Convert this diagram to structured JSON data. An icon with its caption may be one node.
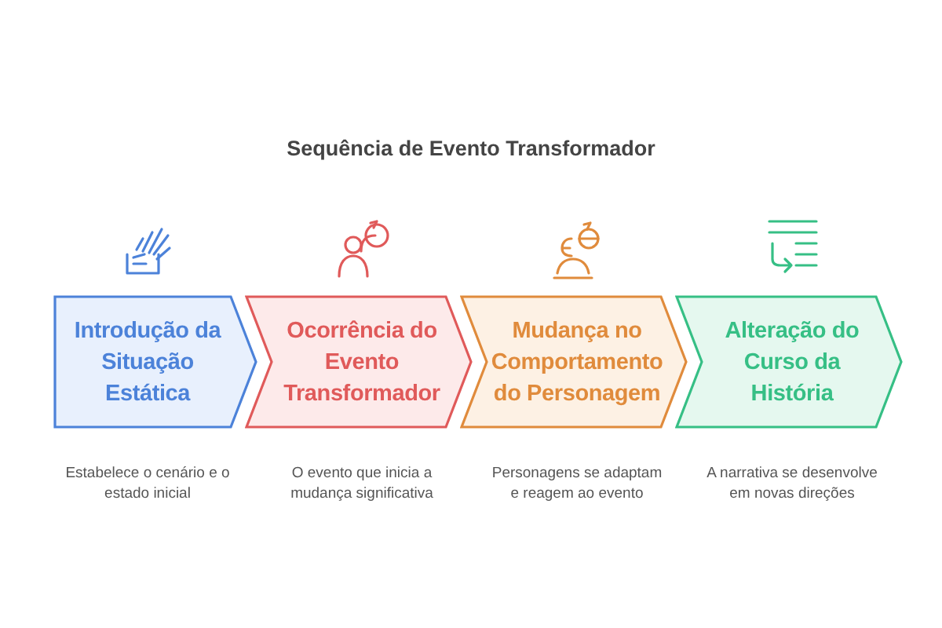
{
  "diagram": {
    "title": "Sequência de Evento Transformador",
    "nodes": [
      {
        "text": [
          "Introdução da Situação Estática"
        ],
        "beside": [
          "Estabelece o cenário e o estado inicial"
        ]
      },
      {
        "text": [
          "Ocorrência do Evento Transformador"
        ],
        "beside": [
          "O evento que inicia a mudança significativa"
        ]
      },
      {
        "text": [
          "Mudança no Comportamento do Personagem"
        ],
        "beside": [
          "Personagens se adaptam e reagem ao evento"
        ]
      },
      {
        "text": [
          "Alteração do Curso da História"
        ],
        "beside": [
          "A narrativa se desenvolve em novas direções"
        ]
      }
    ]
  }
}
